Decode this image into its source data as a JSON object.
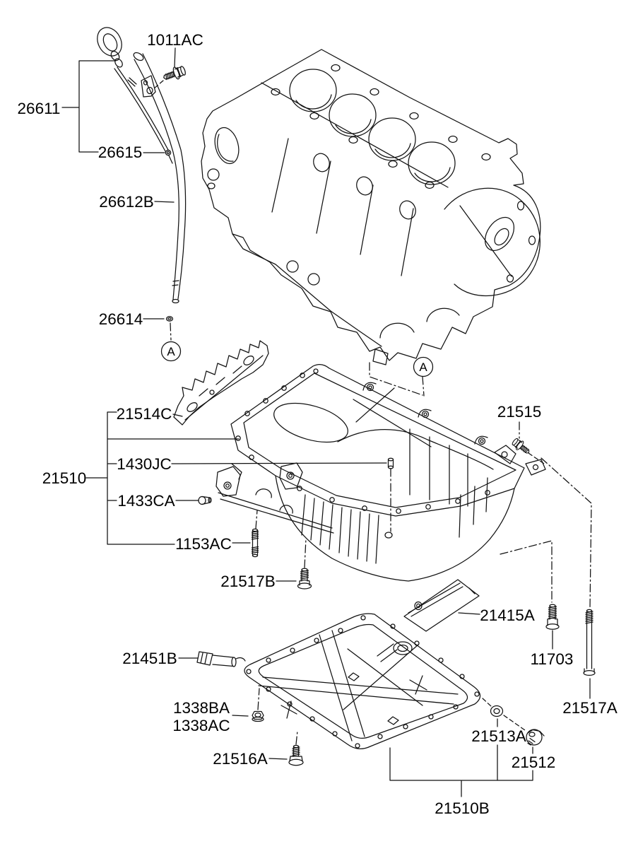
{
  "figure": {
    "type": "engine-parts-diagram",
    "background_color": "#ffffff",
    "line_color": "#121212",
    "detail_marker": "A",
    "labels": {
      "l_1011ac": "1011AC",
      "l_26611": "26611",
      "l_26615": "26615",
      "l_26612b": "26612B",
      "l_26614": "26614",
      "l_21514c": "21514C",
      "l_21515": "21515",
      "l_1430jc": "1430JC",
      "l_21510": "21510",
      "l_1433ca": "1433CA",
      "l_1153ac": "1153AC",
      "l_21517b": "21517B",
      "l_21415a": "21415A",
      "l_21451b": "21451B",
      "l_11703": "11703",
      "l_1338ba": "1338BA",
      "l_1338ac": "1338AC",
      "l_21517a": "21517A",
      "l_21516a": "21516A",
      "l_21513a": "21513A",
      "l_21512": "21512",
      "l_21510b": "21510B"
    }
  }
}
